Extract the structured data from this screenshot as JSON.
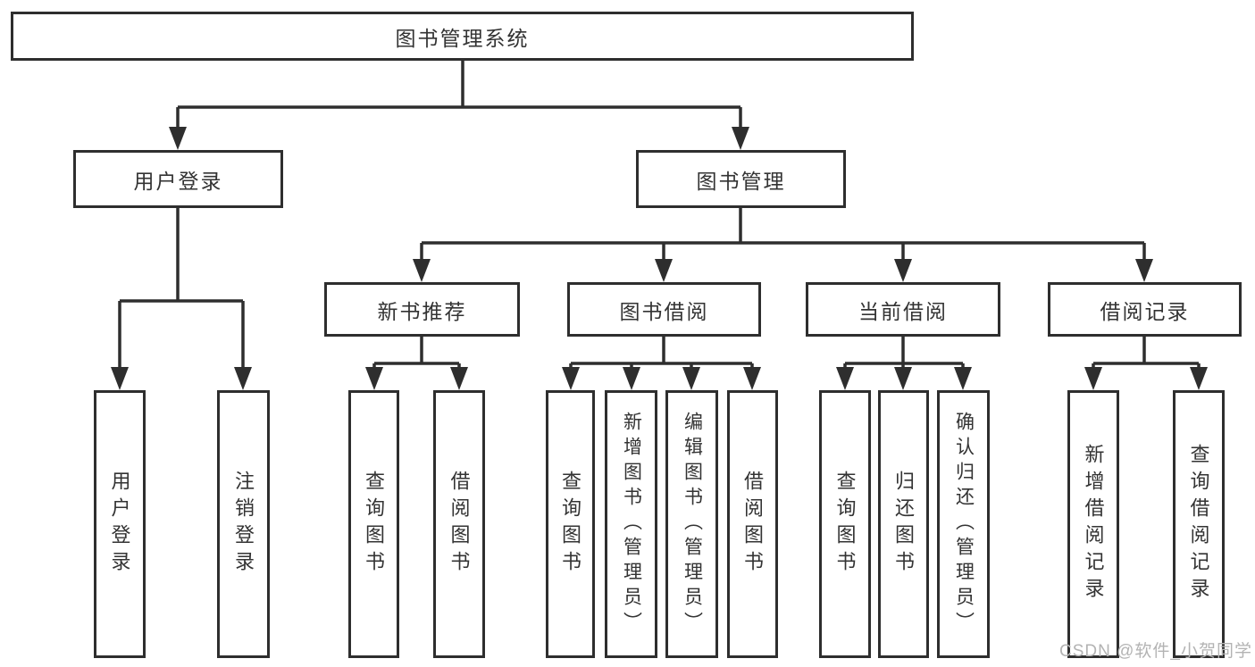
{
  "tree": {
    "root": {
      "label": "图书管理系统",
      "children": [
        {
          "label": "用户登录",
          "children": [
            {
              "label": "用户登录"
            },
            {
              "label": "注销登录"
            }
          ]
        },
        {
          "label": "图书管理",
          "children": [
            {
              "label": "新书推荐",
              "children": [
                {
                  "label": "查询图书"
                },
                {
                  "label": "借阅图书"
                }
              ]
            },
            {
              "label": "图书借阅",
              "children": [
                {
                  "label": "查询图书"
                },
                {
                  "label": "新增图书（管理员）"
                },
                {
                  "label": "编辑图书（管理员）"
                },
                {
                  "label": "借阅图书"
                }
              ]
            },
            {
              "label": "当前借阅",
              "children": [
                {
                  "label": "查询图书"
                },
                {
                  "label": "归还图书"
                },
                {
                  "label": "确认归还（管理员）"
                }
              ]
            },
            {
              "label": "借阅记录",
              "children": [
                {
                  "label": "新增借阅记录"
                },
                {
                  "label": "查询借阅记录"
                }
              ]
            }
          ]
        }
      ]
    }
  },
  "watermark": {
    "text": "CSDN @软件_小贺同学"
  },
  "colors": {
    "line": "#2e2e2e",
    "text": "#333333",
    "background": "#ffffff",
    "watermark": "#b3b3b3"
  }
}
